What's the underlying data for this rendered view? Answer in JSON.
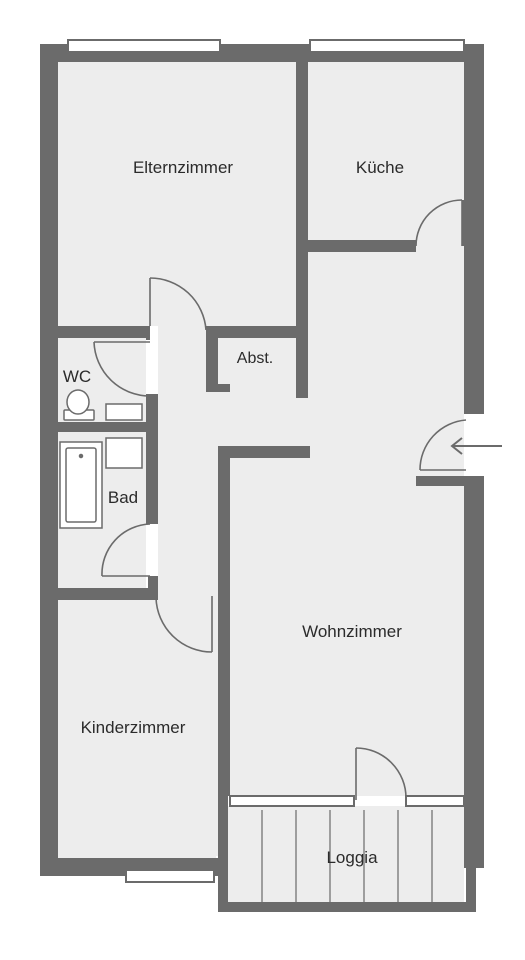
{
  "colors": {
    "wall": "#6b6b6b",
    "floor": "#ededed",
    "window": "#ffffff",
    "window_stroke": "#6b6b6b",
    "door_line": "#6b6b6b",
    "text": "#2b2b2b",
    "fixture": "#6b6b6b"
  },
  "rooms": {
    "eltern": "Elternzimmer",
    "kueche": "Küche",
    "wc": "WC",
    "abst": "Abst.",
    "bad": "Bad",
    "wohn": "Wohnzimmer",
    "kinder": "Kinderzimmer",
    "loggia": "Loggia"
  },
  "entrance_marker": "arrow-left-icon"
}
